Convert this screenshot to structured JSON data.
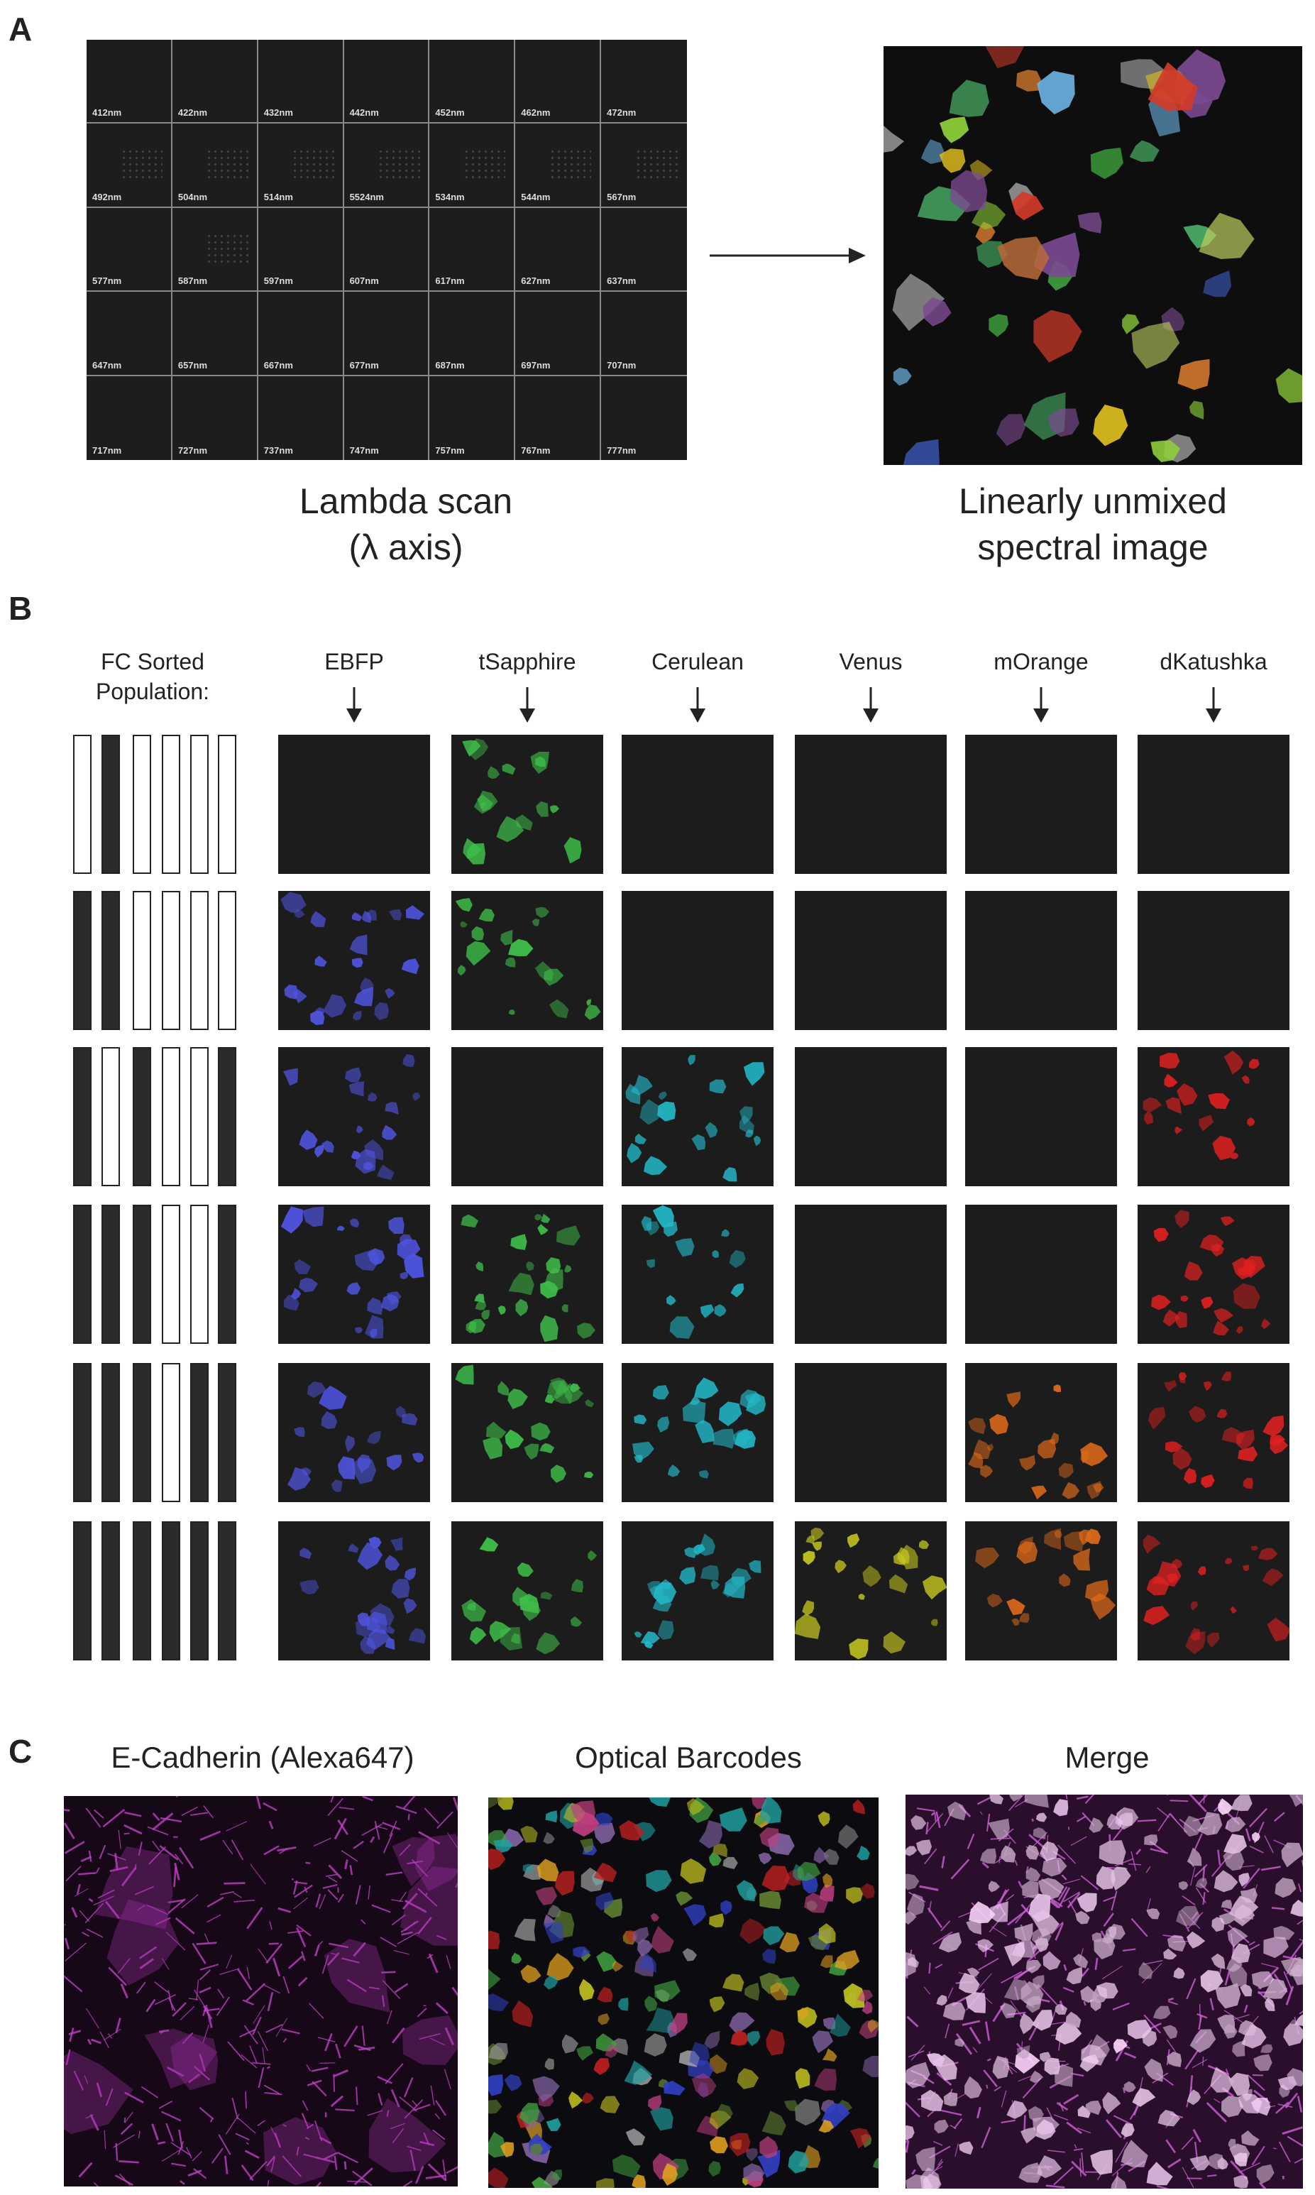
{
  "panel_a": {
    "letter": "A",
    "lambda_labels": [
      "412nm",
      "422nm",
      "432nm",
      "442nm",
      "452nm",
      "462nm",
      "472nm",
      "492nm",
      "504nm",
      "514nm",
      "5524nm",
      "534nm",
      "544nm",
      "567nm",
      "577nm",
      "587nm",
      "597nm",
      "607nm",
      "617nm",
      "627nm",
      "637nm",
      "647nm",
      "657nm",
      "667nm",
      "677nm",
      "687nm",
      "697nm",
      "707nm",
      "717nm",
      "727nm",
      "737nm",
      "747nm",
      "757nm",
      "767nm",
      "777nm"
    ],
    "left_caption": "Lambda scan\n(λ axis)",
    "right_caption": "Linearly unmixed\nspectral image"
  },
  "panel_b": {
    "letter": "B",
    "row_header": "FC Sorted\nPopulation:",
    "channels": [
      {
        "name": "EBFP",
        "color": "#4f55e0"
      },
      {
        "name": "tSapphire",
        "color": "#3fbf4a"
      },
      {
        "name": "Cerulean",
        "color": "#23b8c8"
      },
      {
        "name": "Venus",
        "color": "#c8c820"
      },
      {
        "name": "mOrange",
        "color": "#e06a1a"
      },
      {
        "name": "dKatushka",
        "color": "#e02020"
      }
    ],
    "barcodes": [
      [
        0,
        1,
        0,
        0,
        0,
        0
      ],
      [
        1,
        1,
        0,
        0,
        0,
        0
      ],
      [
        1,
        0,
        1,
        0,
        0,
        1
      ],
      [
        1,
        1,
        1,
        0,
        0,
        1
      ],
      [
        1,
        1,
        1,
        0,
        1,
        1
      ],
      [
        1,
        1,
        1,
        1,
        1,
        1
      ]
    ]
  },
  "panel_c": {
    "letter": "C",
    "titles": [
      "E-Cadherin (Alexa647)",
      "Optical Barcodes",
      "Merge"
    ]
  }
}
